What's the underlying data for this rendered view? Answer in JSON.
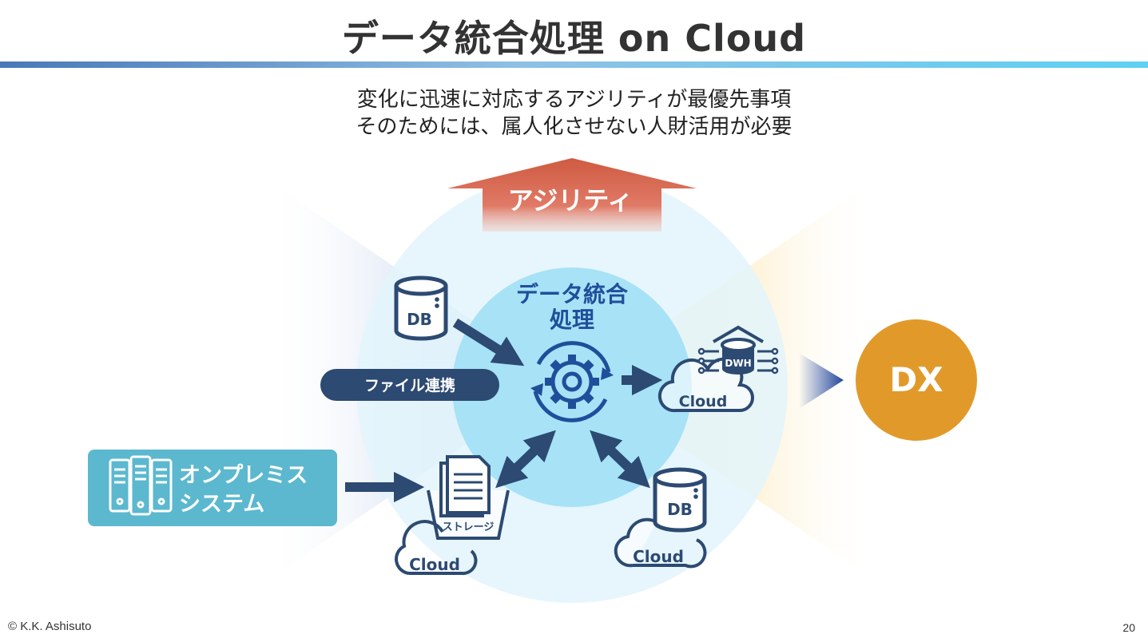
{
  "title": "データ統合処理 on Cloud",
  "subtitle": {
    "line1": "変化に迅速に対応するアジリティが最優先事項",
    "line2": "そのためには、属人化させない人財活用が必要"
  },
  "diagram": {
    "agility_label": "アジリティ",
    "center_label_line1": "データ統合",
    "center_label_line2": "処理",
    "db_top_label": "DB",
    "file_link_label": "ファイル連携",
    "onprem_line1": "オンプレミス",
    "onprem_line2": "システム",
    "storage_label": "ストレージ",
    "storage_cloud_label": "Cloud",
    "db_bottom_label": "DB",
    "db_bottom_cloud_label": "Cloud",
    "dwh_label": "DWH",
    "dwh_cloud_label": "Cloud",
    "dx_label": "DX"
  },
  "colors": {
    "navy": "#2c4a72",
    "agility_red": "#d4614a",
    "dx_orange": "#e19a2a",
    "onprem_teal": "#5bb8cf",
    "outer_circle": "#e3f5fc",
    "inner_circle": "#a7e2f7",
    "label_blue": "#1f4f9a"
  },
  "footer": {
    "copyright": "© K.K. Ashisuto",
    "page_number": "20"
  }
}
